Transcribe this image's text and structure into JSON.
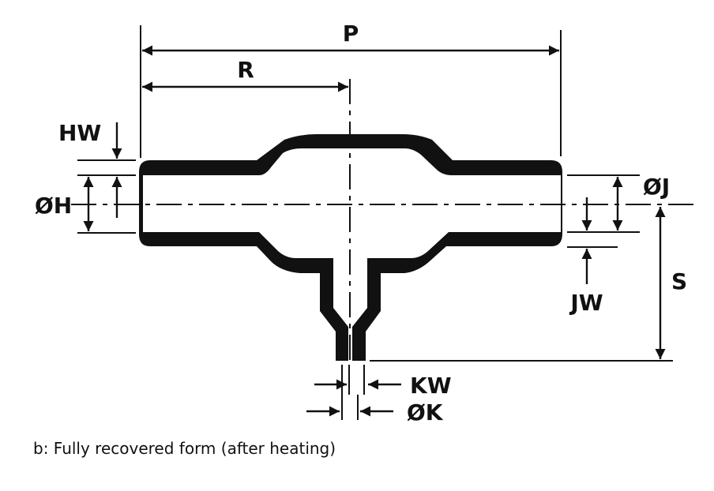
{
  "labels": {
    "P": "P",
    "R": "R",
    "HW": "HW",
    "H": "ØH",
    "J": "ØJ",
    "JW": "JW",
    "S": "S",
    "KW": "KW",
    "K": "ØK"
  },
  "caption": "b:  Fully recovered form (after heating)",
  "colors": {
    "ink": "#111111",
    "background": "#ffffff"
  }
}
